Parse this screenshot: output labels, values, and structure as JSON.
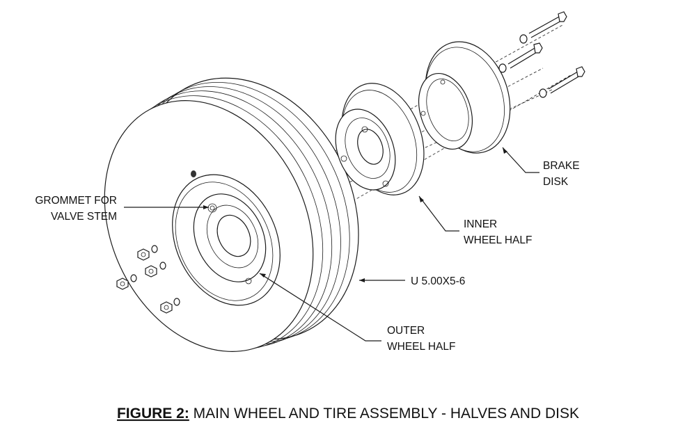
{
  "labels": {
    "grommet_line1": "GROMMET FOR",
    "grommet_line2": "VALVE STEM",
    "brake_line1": "BRAKE",
    "brake_line2": "DISK",
    "inner_line1": "INNER",
    "inner_line2": "WHEEL HALF",
    "tire_spec": "U 5.00X5-6",
    "outer_line1": "OUTER",
    "outer_line2": "WHEEL HALF"
  },
  "caption": {
    "prefix": "FIGURE 2:",
    "text": " MAIN WHEEL AND TIRE ASSEMBLY - HALVES AND DISK"
  }
}
